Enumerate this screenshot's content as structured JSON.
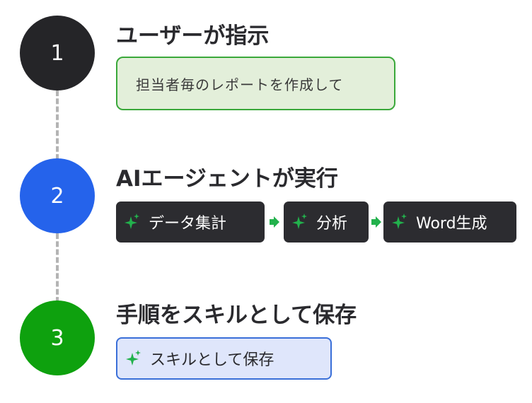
{
  "steps": [
    {
      "number": "1",
      "title": "ユーザーが指示",
      "color": "#252528"
    },
    {
      "number": "2",
      "title": "AIエージェントが実行",
      "color": "#2563eb"
    },
    {
      "number": "3",
      "title": "手順をスキルとして保存",
      "color": "#0ea10e"
    }
  ],
  "prompt": {
    "text": "担当者毎のレポートを作成して"
  },
  "actions": [
    {
      "label": "データ集計",
      "icon": "sparkle-icon"
    },
    {
      "label": "分析",
      "icon": "sparkle-icon"
    },
    {
      "label": "Word生成",
      "icon": "sparkle-icon"
    }
  ],
  "skill": {
    "label": "スキルとして保存",
    "icon": "sparkle-icon"
  },
  "colors": {
    "sparkle": "#22b14c",
    "arrow": "#22b14c",
    "chip_bg": "#2c2c30",
    "prompt_border": "#3aa83a",
    "prompt_bg": "#e3efda",
    "skill_border": "#3a6fd8",
    "skill_bg": "#dfe6fb"
  }
}
